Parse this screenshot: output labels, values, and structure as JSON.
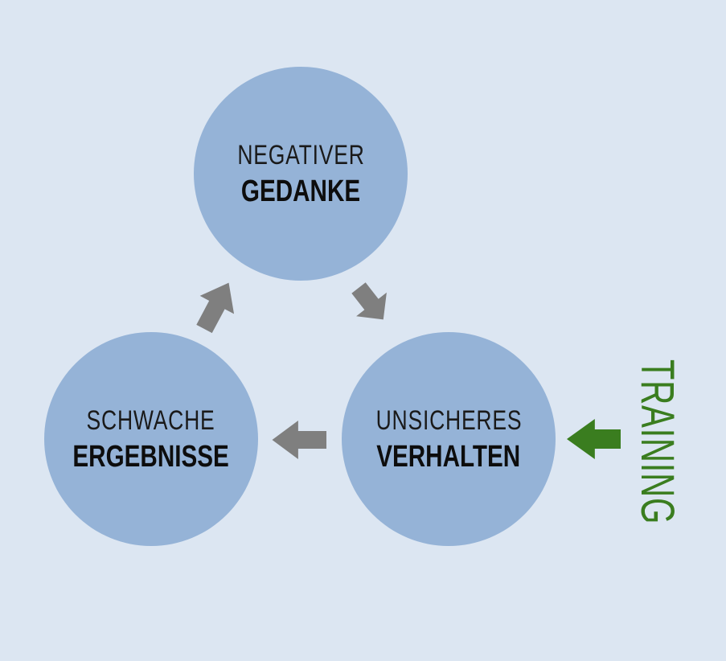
{
  "nodes": {
    "top": {
      "line1": "NEGATIVER",
      "line2": "GEDANKE"
    },
    "right": {
      "line1": "UNSICHERES",
      "line2": "VERHALTEN"
    },
    "left": {
      "line1": "SCHWACHE",
      "line2": "ERGEBNISSE"
    }
  },
  "side_label": "TRAINING",
  "colors": {
    "background": "#dce6f2",
    "circle": "#95b3d7",
    "cycle_arrow": "#7f7f7f",
    "training": "#3a7d1f"
  }
}
